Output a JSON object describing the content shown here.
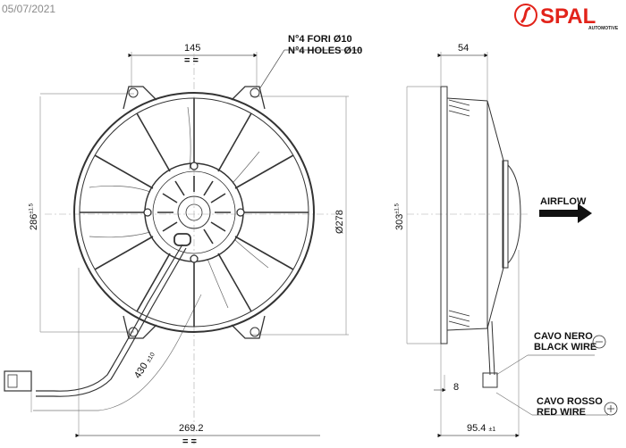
{
  "header": {
    "date": "05/07/2021",
    "brand": "SPAL",
    "brand_sub": "AUTOMOTIVE",
    "brand_color": "#e2231a"
  },
  "front_view": {
    "holes_note_it": "N°4 FORI Ø10",
    "holes_note_en": "N°4 HOLES Ø10",
    "dim_hole_spacing": "145",
    "dim_height": "286",
    "dim_height_tol": "+1.5 / 0",
    "dim_diameter": "Ø278",
    "dim_overall_width": "269.2",
    "dim_cable_length": "430",
    "dim_cable_tol": "±10",
    "equal_mark": "= ="
  },
  "side_view": {
    "dim_depth": "54",
    "dim_height": "303",
    "dim_height_tol": "+1.5 / 0",
    "dim_flange": "8",
    "dim_overall_depth": "95.4",
    "dim_overall_depth_tol": "±1",
    "airflow_label": "AIRFLOW"
  },
  "wires": {
    "black_it": "CAVO NERO",
    "black_en": "BLACK WIRE",
    "black_symbol": "−",
    "red_it": "CAVO ROSSO",
    "red_en": "RED WIRE",
    "red_symbol": "+"
  }
}
